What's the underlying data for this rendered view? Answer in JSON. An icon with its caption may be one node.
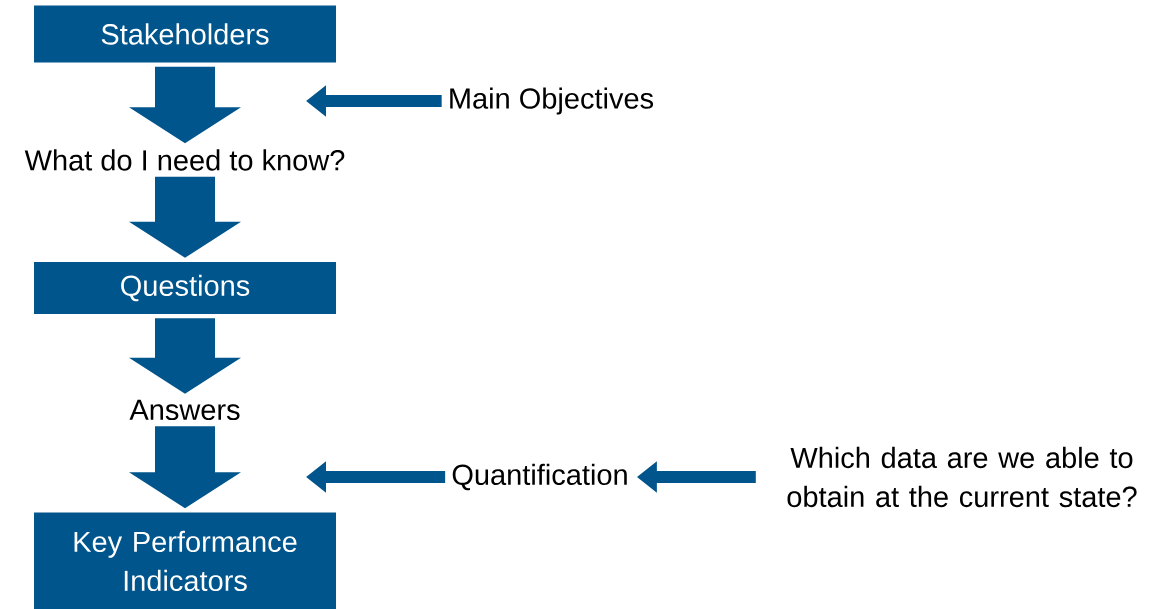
{
  "diagram": {
    "nodes": [
      {
        "text": [
          "Stakeholders"
        ]
      },
      {
        "text": [
          "What do I need to know?"
        ]
      },
      {
        "text": [
          "Questions"
        ]
      },
      {
        "text": [
          "Answers"
        ]
      },
      {
        "text": [
          "Key Performance Indicators"
        ]
      },
      {
        "text": [
          "Main Objectives"
        ]
      },
      {
        "text": [
          "Quantification"
        ]
      },
      {
        "text": [
          "Which data are we able to obtain at the current state?"
        ]
      }
    ],
    "edges": [
      {
        "from": 0,
        "to": 1,
        "arrow": "to"
      },
      {
        "from": 1,
        "to": 2,
        "arrow": "to"
      },
      {
        "from": 2,
        "to": 3,
        "arrow": "to"
      },
      {
        "from": 3,
        "to": 4,
        "arrow": "to"
      },
      {
        "from": 5,
        "to": null,
        "arrow": "to"
      },
      {
        "from": 6,
        "to": null,
        "arrow": "to"
      },
      {
        "from": 7,
        "to": 6,
        "arrow": "to"
      }
    ]
  }
}
